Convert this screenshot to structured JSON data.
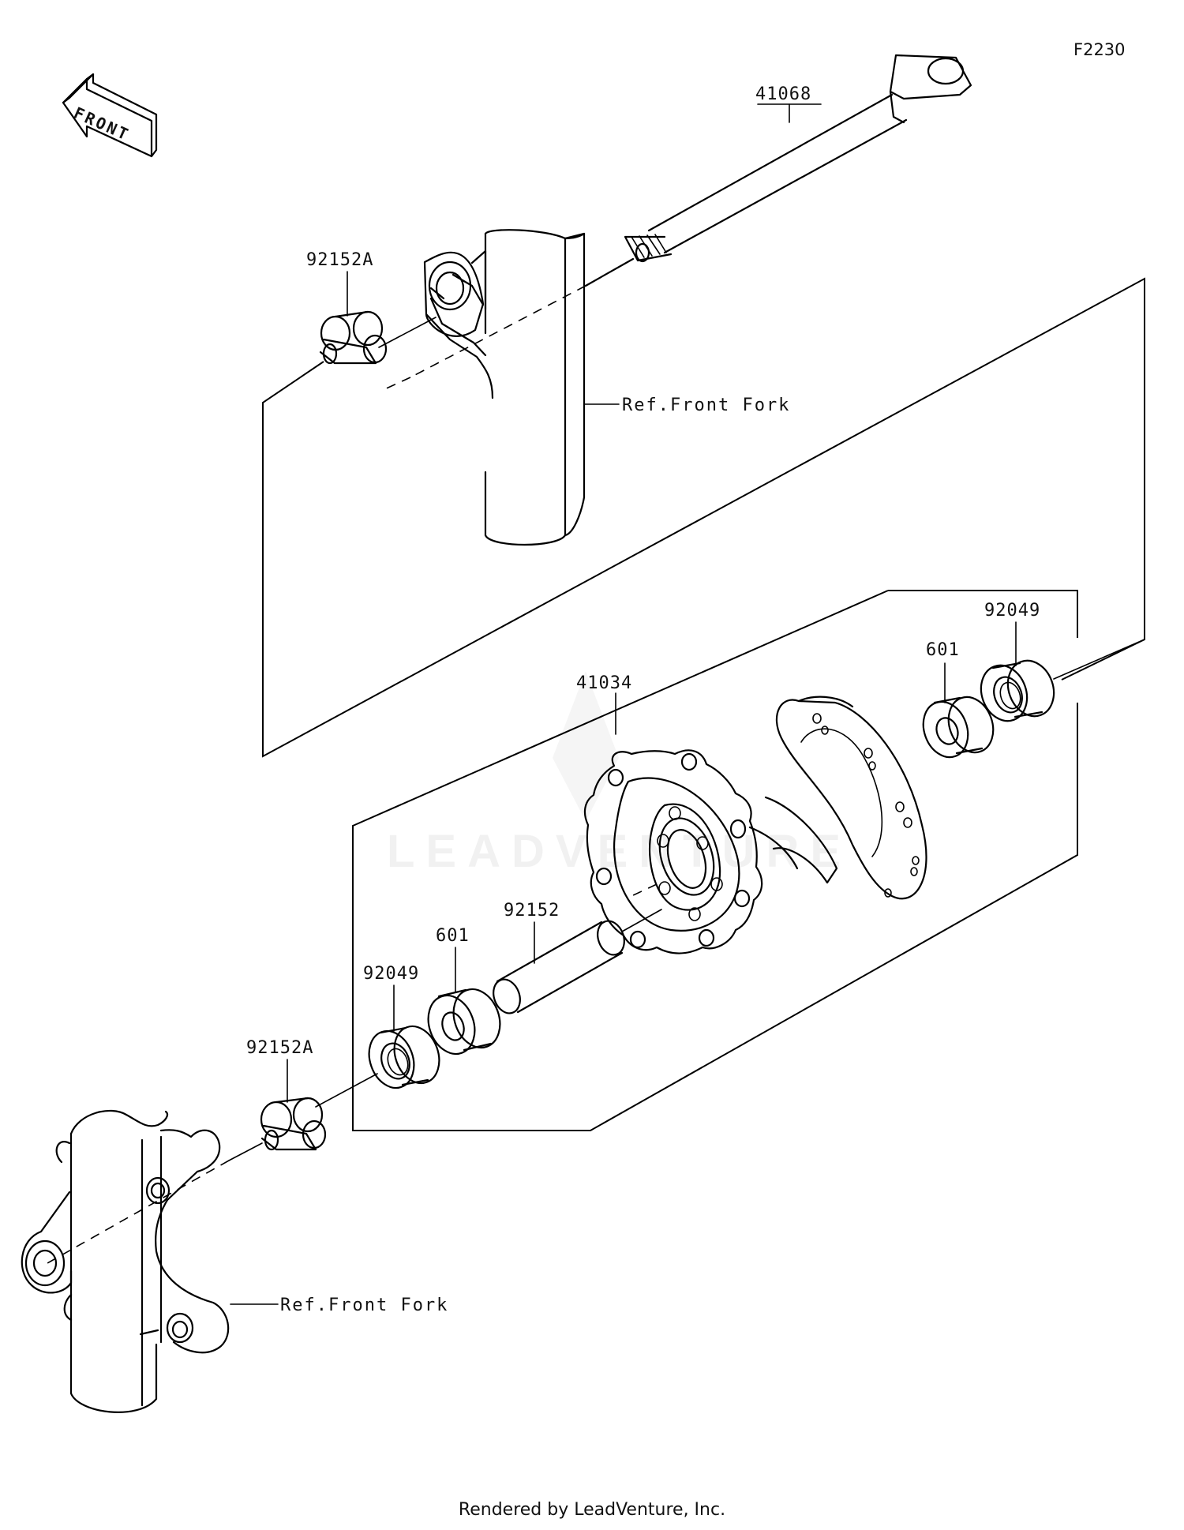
{
  "diagram_code": "F2230",
  "front_label": "FRONT",
  "watermark": "LEADVENTURE",
  "footer": "Rendered by LeadVenture, Inc.",
  "reference_labels": {
    "upper_fork": "Ref.Front Fork",
    "lower_fork": "Ref.Front Fork"
  },
  "parts": {
    "axle": "41068",
    "collar_upper": "92152A",
    "hub": "41034",
    "seal_right": "92049",
    "bearing_right": "601",
    "spacer": "92152",
    "bearing_left": "601",
    "seal_left": "92049",
    "collar_lower": "92152A"
  }
}
